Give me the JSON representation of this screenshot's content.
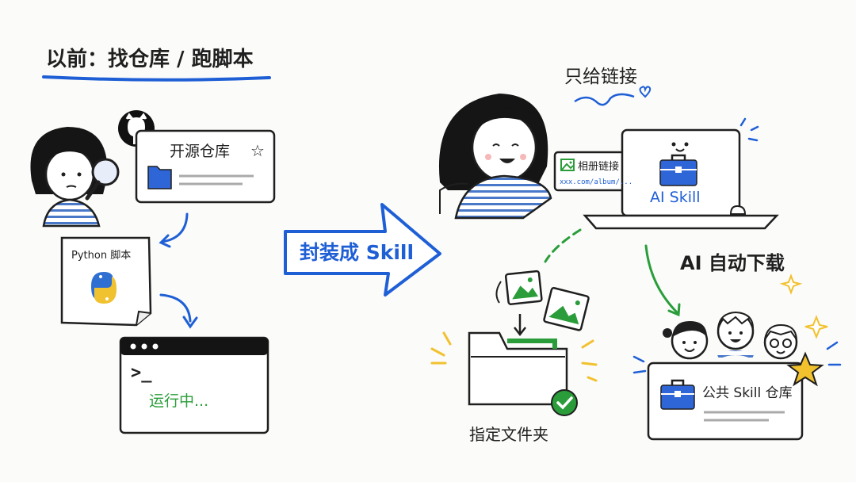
{
  "left": {
    "title": "以前：找仓库 / 跑脚本",
    "repo_card": {
      "title": "开源仓库",
      "star_glyph": "☆"
    },
    "script_doc": {
      "title": "Python 脚本"
    },
    "terminal": {
      "prompt": ">_",
      "status": "运行中..."
    }
  },
  "middle": {
    "arrow_label": "封装成 Skill"
  },
  "right": {
    "top_caption": "只给链接",
    "link_card": {
      "title": "相册链接",
      "url": "xxx.com/album/..."
    },
    "laptop": {
      "label": "AI Skill"
    },
    "auto_download": "AI 自动下载",
    "folder_caption": "指定文件夹",
    "public_repo": {
      "title": "公共 Skill 仓库"
    }
  },
  "colors": {
    "blue": "#1f5fd6",
    "green": "#2a9d3a",
    "yellow": "#f2c12e",
    "ink": "#1f1f1f"
  }
}
